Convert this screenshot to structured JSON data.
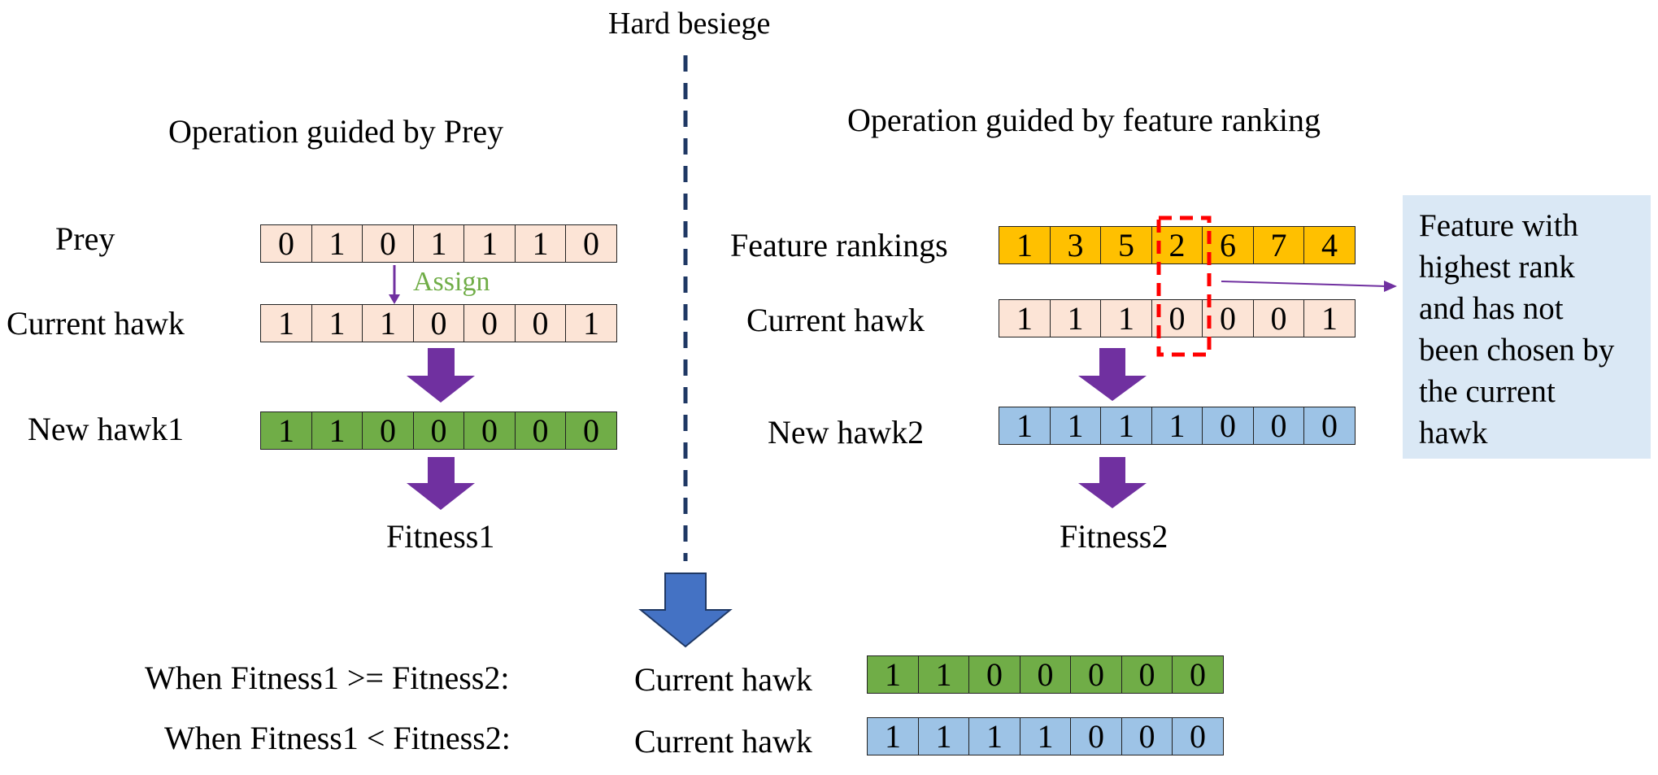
{
  "title": "Hard besiege",
  "left": {
    "heading": "Operation guided by Prey",
    "prey_label": "Prey",
    "prey_bits": [
      "0",
      "1",
      "0",
      "1",
      "1",
      "1",
      "0"
    ],
    "assign_label": "Assign",
    "current_label": "Current hawk",
    "current_bits": [
      "1",
      "1",
      "1",
      "0",
      "0",
      "0",
      "1"
    ],
    "new_label": "New hawk1",
    "new_bits": [
      "1",
      "1",
      "0",
      "0",
      "0",
      "0",
      "0"
    ],
    "fitness_label": "Fitness1"
  },
  "right": {
    "heading": "Operation guided by feature ranking",
    "rank_label": "Feature rankings",
    "rank_values": [
      "1",
      "3",
      "5",
      "2",
      "6",
      "7",
      "4"
    ],
    "current_label": "Current hawk",
    "current_bits": [
      "1",
      "1",
      "1",
      "0",
      "0",
      "0",
      "1"
    ],
    "new_label": "New hawk2",
    "new_bits": [
      "1",
      "1",
      "1",
      "1",
      "0",
      "0",
      "0"
    ],
    "fitness_label": "Fitness2",
    "note_lines": [
      "Feature with",
      "highest rank",
      "and has not",
      "been chosen by",
      "the current",
      "hawk"
    ]
  },
  "bottom": {
    "cond1": "When Fitness1 >= Fitness2:",
    "cond2": "When Fitness1 < Fitness2:",
    "result1_label": "Current hawk",
    "result2_label": "Current hawk",
    "result1_bits": [
      "1",
      "1",
      "0",
      "0",
      "0",
      "0",
      "0"
    ],
    "result2_bits": [
      "1",
      "1",
      "1",
      "1",
      "0",
      "0",
      "0"
    ]
  },
  "colors": {
    "peach": "#fce4d6",
    "green": "#70ad47",
    "blue": "#9dc3e6",
    "orange": "#ffc000",
    "purple": "#7030a0",
    "dash_navy": "#1f3864",
    "big_arrow": "#4472c4",
    "highlight_red": "#ff0000",
    "assign_text": "#70ad47"
  }
}
